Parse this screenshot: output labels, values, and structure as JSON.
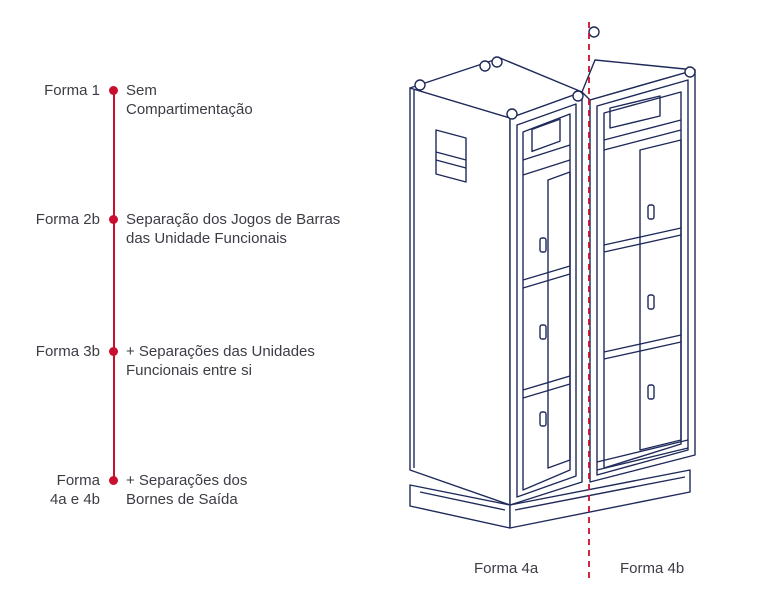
{
  "timeline": [
    {
      "label_lines": [
        "Forma 1"
      ],
      "desc_lines": [
        "Sem",
        "Compartimentação"
      ]
    },
    {
      "label_lines": [
        "Forma 2b"
      ],
      "desc_lines": [
        "Separação dos Jogos de Barras",
        "das Unidade Funcionais"
      ]
    },
    {
      "label_lines": [
        "Forma 3b"
      ],
      "desc_lines": [
        "+ Separações das Unidades",
        "Funcionais entre si"
      ]
    },
    {
      "label_lines": [
        "Forma",
        "4a e 4b"
      ],
      "desc_lines": [
        "+ Separações dos",
        "Bornes de Saída"
      ]
    }
  ],
  "cabinet_labels": {
    "left": "Forma 4a",
    "right": "Forma 4b"
  },
  "colors": {
    "accent": "#c8102e",
    "text": "#3c3c46",
    "line_art": "#1f2a5a"
  }
}
